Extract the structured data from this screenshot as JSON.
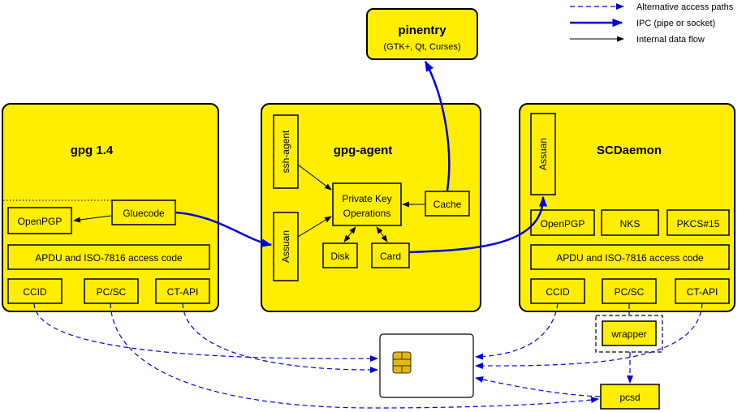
{
  "legend": {
    "alternative": "Alternative access paths",
    "ipc": "IPC (pipe or socket)",
    "internal": "Internal data flow"
  },
  "pinentry": {
    "title": "pinentry",
    "subtitle": "(GTK+, Qt, Curses)"
  },
  "gpg14": {
    "title": "gpg 1.4",
    "openpgp": "OpenPGP",
    "gluecode": "Gluecode",
    "apdu": "APDU and ISO-7816 access code",
    "ccid": "CCID",
    "pcsc": "PC/SC",
    "ctapi": "CT-API"
  },
  "gpg_agent": {
    "title": "gpg-agent",
    "ssh_agent": "ssh-agent",
    "assuan": "Assuan",
    "private_key_ops_line1": "Private Key",
    "private_key_ops_line2": "Operations",
    "cache": "Cache",
    "disk": "Disk",
    "card": "Card"
  },
  "scdaemon": {
    "title": "SCDaemon",
    "assuan": "Assuan",
    "openpgp": "OpenPGP",
    "nks": "NKS",
    "pkcs15": "PKCS#15",
    "apdu": "APDU and ISO-7816 access code",
    "ccid": "CCID",
    "pcsc": "PC/SC",
    "ctapi": "CT-API"
  },
  "wrapper": {
    "label": "wrapper"
  },
  "pcsd": {
    "label": "pcsd"
  },
  "colors": {
    "box_yellow": "#ffee00",
    "ipc_blue": "#0000dd",
    "line_black": "#000000",
    "chip_gold": "#e3b716"
  }
}
